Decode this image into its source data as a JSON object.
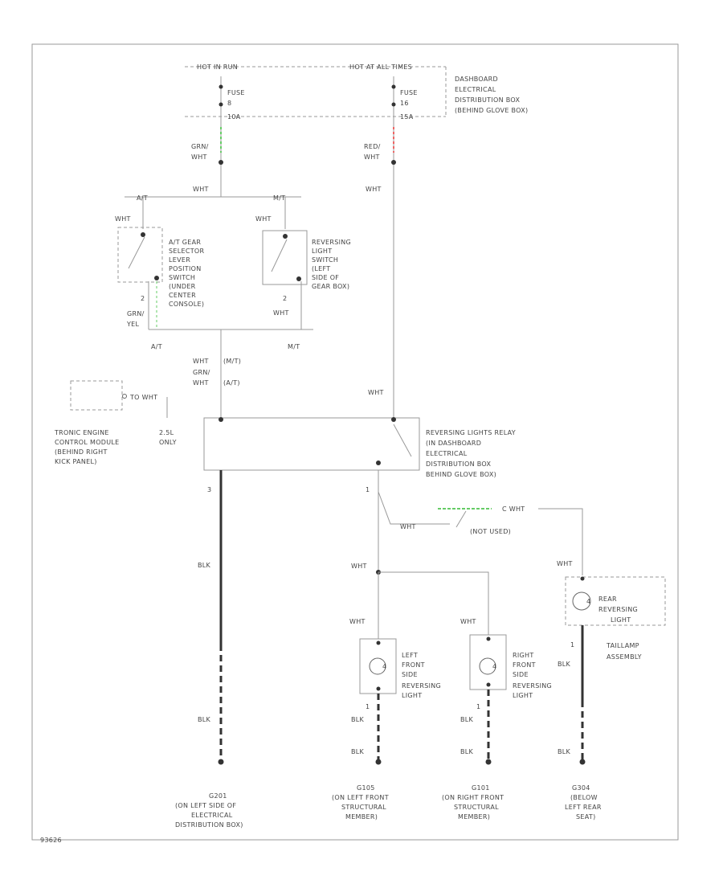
{
  "top": {
    "hot_in_run": "HOT IN RUN",
    "hot_at_all_times": "HOT AT ALL TIMES",
    "fuse_left": [
      "FUSE",
      "8",
      "10A"
    ],
    "fuse_right": [
      "FUSE",
      "16",
      "15A"
    ],
    "dash_box": [
      "DASHBOARD",
      "ELECTRICAL",
      "DISTRIBUTION BOX",
      "(BEHIND GLOVE BOX)"
    ]
  },
  "wires": {
    "grn_wht": [
      "GRN/",
      "WHT"
    ],
    "red_wht": [
      "RED/",
      "WHT"
    ],
    "wht": "WHT",
    "at": "A/T",
    "mt": "M/T",
    "blk": "BLK",
    "grn_yel": [
      "GRN/",
      "YEL"
    ],
    "wht_mt": [
      "WHT",
      "(M/T)"
    ],
    "grn_wht_at": [
      "GRN/",
      "WHT",
      "(A/T)"
    ],
    "to_wht": "TO WHT",
    "c_wht": "C WHT",
    "not_used": "(NOT USED)",
    "pin2": "2",
    "pin1": "1",
    "pin3": "3",
    "pin4": "4"
  },
  "components": {
    "at_switch": [
      "A/T GEAR",
      "SELECTOR",
      "LEVER",
      "POSITION",
      "SWITCH",
      "(UNDER",
      "CENTER",
      "CONSOLE)"
    ],
    "rev_switch": [
      "REVERSING",
      "LIGHT",
      "SWITCH",
      "(LEFT",
      "SIDE OF",
      "GEAR BOX)"
    ],
    "ecm": [
      "TRONIC ENGINE",
      "CONTROL MODULE",
      "(BEHIND RIGHT",
      "KICK PANEL)"
    ],
    "ecm_note": [
      "2.5L",
      "ONLY"
    ],
    "relay": [
      "REVERSING LIGHTS RELAY",
      "(IN DASHBOARD",
      "ELECTRICAL",
      "DISTRIBUTION BOX",
      "BEHIND GLOVE BOX)"
    ],
    "rear_light": [
      "REAR",
      "REVERSING",
      "LIGHT"
    ],
    "taillamp": [
      "TAILLAMP",
      "ASSEMBLY"
    ],
    "left_light": [
      "LEFT",
      "FRONT",
      "SIDE",
      "REVERSING",
      "LIGHT"
    ],
    "right_light": [
      "RIGHT",
      "FRONT",
      "SIDE",
      "REVERSING",
      "LIGHT"
    ]
  },
  "grounds": {
    "g201": [
      "G201",
      "(ON LEFT SIDE OF",
      "ELECTRICAL",
      "DISTRIBUTION BOX)"
    ],
    "g105": [
      "G105",
      "(ON LEFT FRONT",
      "STRUCTURAL",
      "MEMBER)"
    ],
    "g101": [
      "G101",
      "(ON RIGHT FRONT",
      "STRUCTURAL",
      "MEMBER)"
    ],
    "g304": [
      "G304",
      "(BELOW",
      "LEFT REAR",
      "SEAT)"
    ]
  },
  "footer_code": "93626",
  "colors": {
    "wire": "#999999",
    "ground_wire": "#333333",
    "green_mark": "#66cc66",
    "red_mark": "#ee6666"
  }
}
